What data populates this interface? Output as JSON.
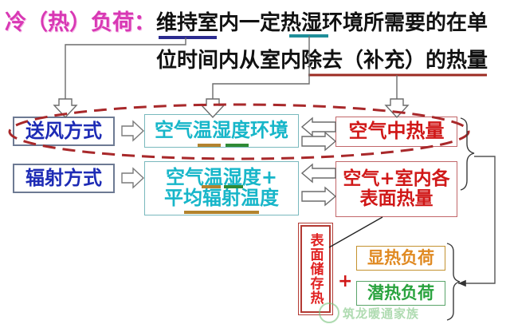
{
  "header": {
    "label": "冷（热）负荷：",
    "label_color": "#d838b4",
    "line1": "维持室内一定热湿环境所需要的在单",
    "line2": "位时间内从室内除去（补充）的热量",
    "underline_navy_color": "#2b2b8f",
    "underline_teal_color": "#1f8e99",
    "underline_red_color": "#9c2b22"
  },
  "boxes": {
    "supply_air": "送风方式",
    "radiation": "辐射方式",
    "air_env": "空气温湿度环境",
    "air_temp_hum": "空气温湿度+",
    "mean_radiant": "平均辐射温度",
    "air_heat": "空气中热量",
    "surface_heat_l1": "空气+室内各",
    "surface_heat_l2": "表面热量",
    "surface_storage": "表面储存热",
    "sensible_load": "显热负荷",
    "latent_load": "潜热负荷",
    "plus": "+"
  },
  "colors": {
    "blue_text": "#1d2bb5",
    "teal_text": "#17b6c9",
    "red_text": "#d01818",
    "orange_text": "#e08a22",
    "green_text": "#29a33e",
    "dashed_ellipse": "#a8282a",
    "connector": "#555555"
  },
  "watermark": {
    "text": "筑龙暖通家族"
  }
}
